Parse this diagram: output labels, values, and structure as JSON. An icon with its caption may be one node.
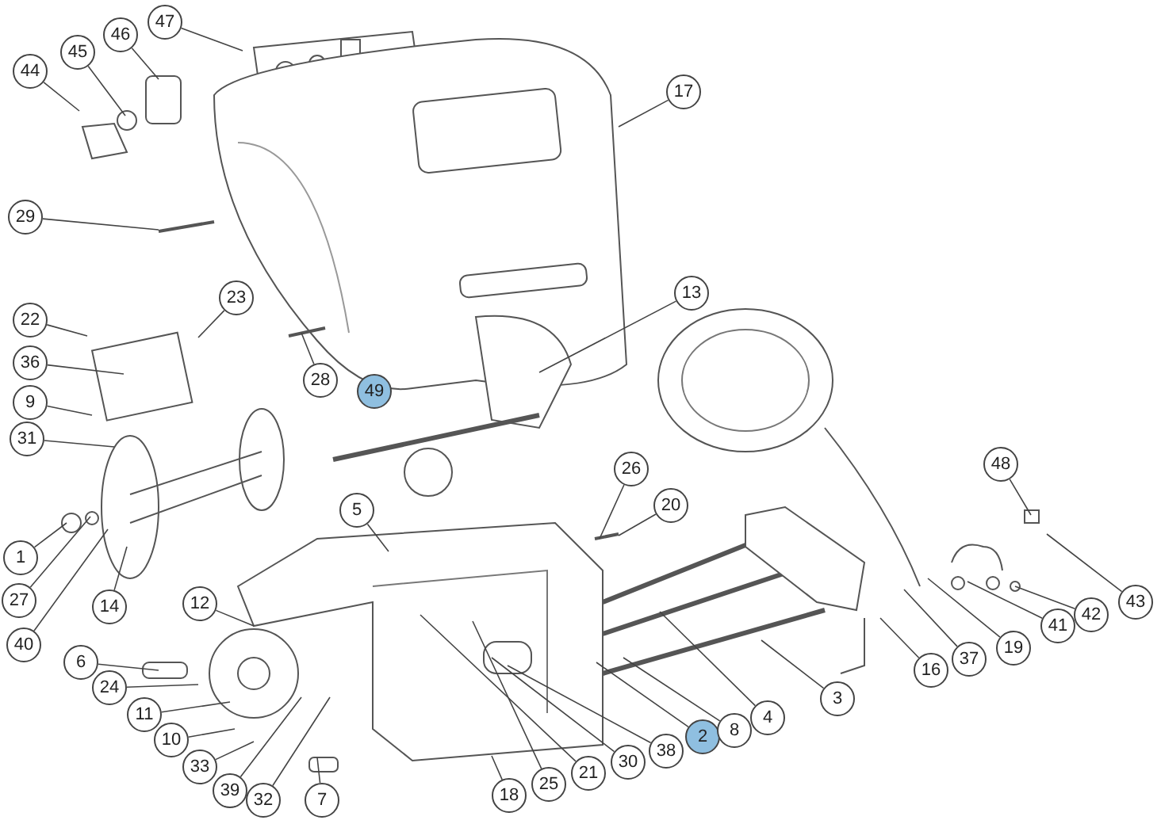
{
  "diagram": {
    "nodes": [
      {
        "text": [
          "1"
        ]
      },
      {
        "text": [
          "2"
        ]
      },
      {
        "text": [
          "3"
        ]
      },
      {
        "text": [
          "4"
        ]
      },
      {
        "text": [
          "5"
        ]
      },
      {
        "text": [
          "6"
        ]
      },
      {
        "text": [
          "7"
        ]
      },
      {
        "text": [
          "8"
        ]
      },
      {
        "text": [
          "9"
        ]
      },
      {
        "text": [
          "10"
        ]
      },
      {
        "text": [
          "11"
        ]
      },
      {
        "text": [
          "12"
        ]
      },
      {
        "text": [
          "13"
        ]
      },
      {
        "text": [
          "14"
        ]
      },
      {
        "text": [
          "16"
        ]
      },
      {
        "text": [
          "17"
        ]
      },
      {
        "text": [
          "18"
        ]
      },
      {
        "text": [
          "19"
        ]
      },
      {
        "text": [
          "20"
        ]
      },
      {
        "text": [
          "21"
        ]
      },
      {
        "text": [
          "22"
        ]
      },
      {
        "text": [
          "23"
        ]
      },
      {
        "text": [
          "24"
        ]
      },
      {
        "text": [
          "25"
        ]
      },
      {
        "text": [
          "26"
        ]
      },
      {
        "text": [
          "27"
        ]
      },
      {
        "text": [
          "28"
        ]
      },
      {
        "text": [
          "29"
        ]
      },
      {
        "text": [
          "30"
        ]
      },
      {
        "text": [
          "31"
        ]
      },
      {
        "text": [
          "32"
        ]
      },
      {
        "text": [
          "33"
        ]
      },
      {
        "text": [
          "36"
        ]
      },
      {
        "text": [
          "37"
        ]
      },
      {
        "text": [
          "38"
        ]
      },
      {
        "text": [
          "39"
        ]
      },
      {
        "text": [
          "40"
        ]
      },
      {
        "text": [
          "41"
        ]
      },
      {
        "text": [
          "42"
        ]
      },
      {
        "text": [
          "43"
        ]
      },
      {
        "text": [
          "44"
        ]
      },
      {
        "text": [
          "45"
        ]
      },
      {
        "text": [
          "46"
        ]
      },
      {
        "text": [
          "47"
        ]
      },
      {
        "text": [
          "48"
        ]
      },
      {
        "text": [
          "49"
        ]
      }
    ],
    "edges": [
      {
        "from": 0,
        "to": null,
        "arrow": "none"
      },
      {
        "from": 1,
        "to": null,
        "arrow": "none"
      },
      {
        "from": 2,
        "to": null,
        "arrow": "none"
      },
      {
        "from": 3,
        "to": null,
        "arrow": "none"
      },
      {
        "from": 4,
        "to": null,
        "arrow": "none"
      },
      {
        "from": 5,
        "to": null,
        "arrow": "none"
      },
      {
        "from": 6,
        "to": null,
        "arrow": "none"
      },
      {
        "from": 7,
        "to": null,
        "arrow": "none"
      },
      {
        "from": 8,
        "to": null,
        "arrow": "none"
      },
      {
        "from": 9,
        "to": null,
        "arrow": "none"
      },
      {
        "from": 10,
        "to": null,
        "arrow": "none"
      },
      {
        "from": 11,
        "to": null,
        "arrow": "none"
      },
      {
        "from": 12,
        "to": null,
        "arrow": "none"
      },
      {
        "from": 13,
        "to": null,
        "arrow": "none"
      },
      {
        "from": 14,
        "to": null,
        "arrow": "none"
      },
      {
        "from": 15,
        "to": null,
        "arrow": "none"
      },
      {
        "from": 16,
        "to": null,
        "arrow": "none"
      },
      {
        "from": 17,
        "to": null,
        "arrow": "none"
      },
      {
        "from": 18,
        "to": null,
        "arrow": "none"
      },
      {
        "from": 19,
        "to": null,
        "arrow": "none"
      },
      {
        "from": 20,
        "to": null,
        "arrow": "none"
      },
      {
        "from": 21,
        "to": null,
        "arrow": "none"
      },
      {
        "from": 22,
        "to": null,
        "arrow": "none"
      },
      {
        "from": 23,
        "to": null,
        "arrow": "none"
      },
      {
        "from": 24,
        "to": null,
        "arrow": "none"
      },
      {
        "from": 25,
        "to": null,
        "arrow": "none"
      },
      {
        "from": 26,
        "to": null,
        "arrow": "none"
      },
      {
        "from": 27,
        "to": null,
        "arrow": "none"
      },
      {
        "from": 28,
        "to": null,
        "arrow": "none"
      },
      {
        "from": 29,
        "to": null,
        "arrow": "none"
      },
      {
        "from": 30,
        "to": null,
        "arrow": "none"
      },
      {
        "from": 31,
        "to": null,
        "arrow": "none"
      },
      {
        "from": 32,
        "to": null,
        "arrow": "none"
      },
      {
        "from": 33,
        "to": null,
        "arrow": "none"
      },
      {
        "from": 34,
        "to": null,
        "arrow": "none"
      },
      {
        "from": 35,
        "to": null,
        "arrow": "none"
      },
      {
        "from": 36,
        "to": null,
        "arrow": "none"
      },
      {
        "from": 37,
        "to": null,
        "arrow": "none"
      },
      {
        "from": 38,
        "to": null,
        "arrow": "none"
      },
      {
        "from": 39,
        "to": null,
        "arrow": "none"
      },
      {
        "from": 40,
        "to": null,
        "arrow": "none"
      },
      {
        "from": 41,
        "to": null,
        "arrow": "none"
      },
      {
        "from": 42,
        "to": null,
        "arrow": "none"
      },
      {
        "from": 43,
        "to": null,
        "arrow": "none"
      },
      {
        "from": 44,
        "to": null,
        "arrow": "none"
      }
    ]
  }
}
